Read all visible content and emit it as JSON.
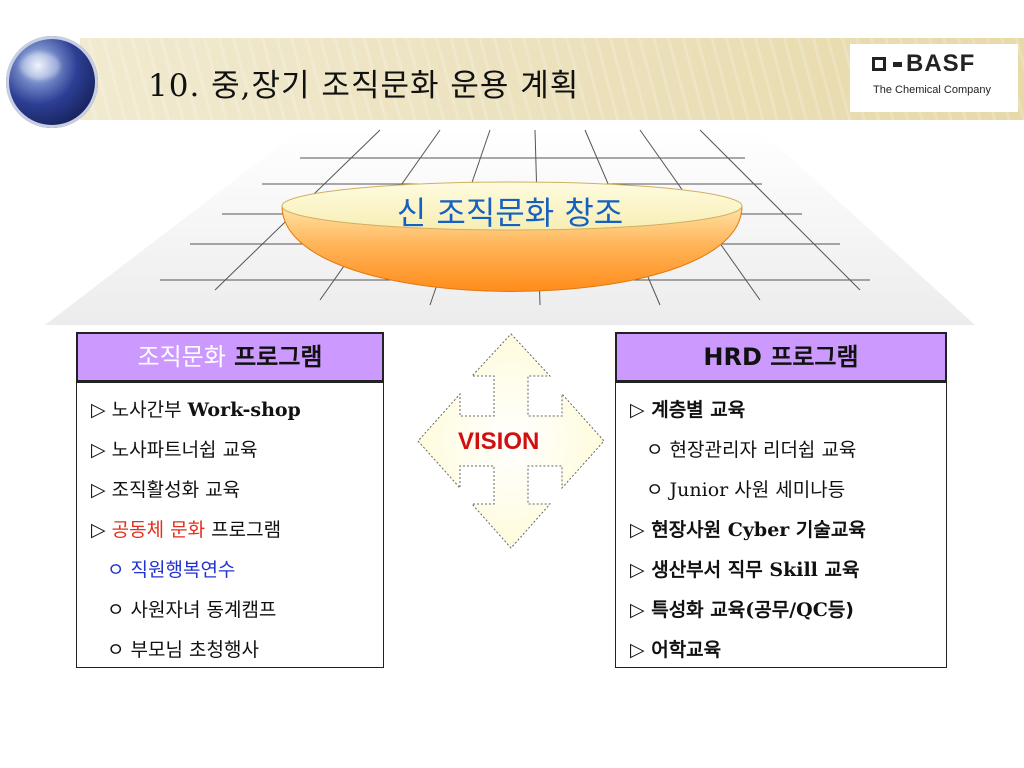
{
  "header": {
    "title": "10.  중,장기 조직문화 운용 계획",
    "logo_text": "BASF",
    "logo_subtitle": "The Chemical Company"
  },
  "dome": {
    "label": "신 조직문화 창조"
  },
  "vision": {
    "label": "VISION"
  },
  "left_program": {
    "header_part1": "조직문화",
    "header_part2": " 프로그램",
    "items": [
      {
        "prefix": "▷ 노사간부 ",
        "suffix": "Work-shop"
      },
      {
        "text": "▷ 노사파트너쉽 교육"
      },
      {
        "text": "▷ 조직활성화 교육"
      },
      {
        "prefix": "▷ ",
        "highlight": "공동체 문화",
        "suffix": " 프로그램"
      },
      {
        "text": "ㅇ 직원행복연수"
      },
      {
        "text": "ㅇ 사원자녀 동계캠프"
      },
      {
        "text": "ㅇ 부모님 초청행사"
      }
    ]
  },
  "right_program": {
    "header": "HRD 프로그램",
    "items": [
      {
        "text": "▷ 계층별 교육"
      },
      {
        "text": "ㅇ 현장관리자 리더쉽 교육"
      },
      {
        "prefix": "ㅇ ",
        "latin": "Junior",
        "suffix": " 사원 세미나등"
      },
      {
        "prefix": "▷ 현장사원 ",
        "latin": "Cyber",
        "suffix": " 기술교육"
      },
      {
        "prefix": "▷ 생산부서 직무 ",
        "latin": "Skill",
        "suffix": " 교육"
      },
      {
        "prefix": "▷ 특성화 교육",
        "latin": "(공무/QC",
        "suffix": "등)"
      },
      {
        "text": "▷ 어학교육"
      }
    ]
  },
  "colors": {
    "header_fill": "#cc99ff",
    "dome_top": "#fbf5c8",
    "dome_bottom": "#ff9b2a",
    "dome_text": "#1560c0",
    "vision_text": "#d01010",
    "highlight_red": "#e0301e",
    "highlight_blue": "#2233d0"
  },
  "icons": [
    "globe-icon",
    "basf-logo",
    "four-way-arrow-icon"
  ]
}
